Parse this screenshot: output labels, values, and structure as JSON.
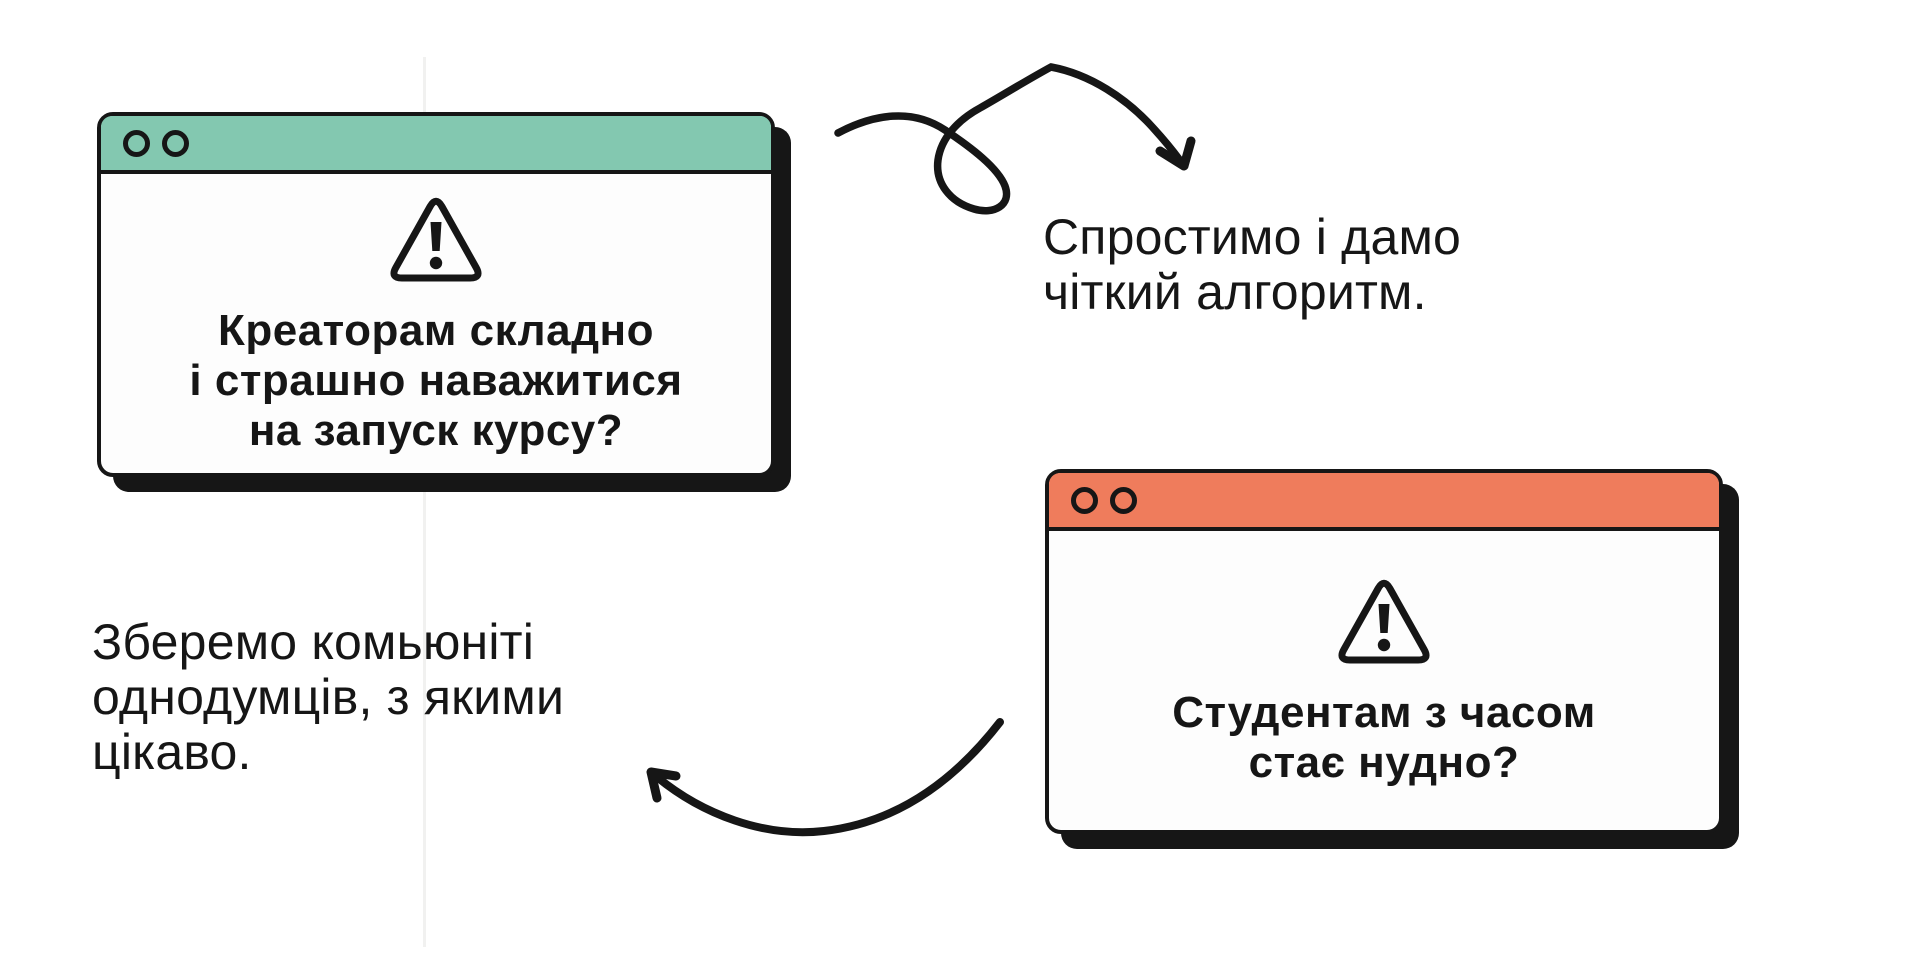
{
  "illustration": {
    "background_color": "#ffffff",
    "ink_color": "#161616",
    "divider_line_color": "#f1f1f0"
  },
  "windows": [
    {
      "name": "creators-window",
      "titlebar_color": "#83c8b0",
      "titlebar_icons": [
        "circle-outline",
        "circle-outline"
      ],
      "body_icon": "warning-triangle",
      "lines": [
        "Креаторам складно",
        "і страшно наважитися",
        "на запуск курсу?"
      ]
    },
    {
      "name": "students-window",
      "titlebar_color": "#ef7c5c",
      "titlebar_icons": [
        "circle-outline",
        "circle-outline"
      ],
      "body_icon": "warning-triangle",
      "lines": [
        "Студентам з часом",
        "стає нудно?"
      ]
    }
  ],
  "captions": [
    {
      "name": "solution-caption",
      "lines": [
        "Спростимо і дамо",
        "чіткий алгоритм."
      ]
    },
    {
      "name": "community-caption",
      "lines": [
        "Зберемо комьюніті",
        "однодумців, з якими",
        "цікаво."
      ]
    }
  ],
  "arrows": [
    {
      "name": "curly-arrow",
      "direction": "down-right"
    },
    {
      "name": "curve-arrow",
      "direction": "up-left"
    }
  ]
}
